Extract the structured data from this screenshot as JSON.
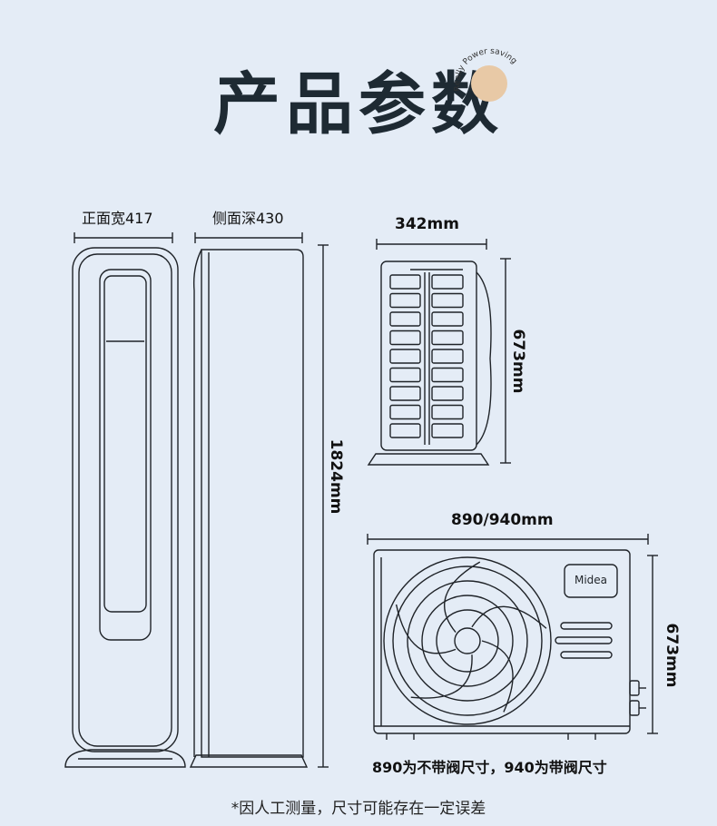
{
  "header": {
    "title": "产品参数",
    "badge_text": "Really Power saving",
    "badge_color": "#e8c9a6"
  },
  "indoor_unit": {
    "front_width_label": "正面宽417",
    "side_depth_label": "侧面深430",
    "height_label": "1824mm"
  },
  "small_outdoor_unit": {
    "width_label": "342mm",
    "height_label": "673mm"
  },
  "large_outdoor_unit": {
    "width_label": "890/940mm",
    "height_label": "673mm",
    "brand": "Midea",
    "valve_note": "890为不带阀尺寸，940为带阀尺寸"
  },
  "footer": {
    "note": "*因人工测量，尺寸可能存在一定误差"
  },
  "colors": {
    "background": "#e4ecf6",
    "line": "#1f2328",
    "title": "#1e2a33"
  }
}
